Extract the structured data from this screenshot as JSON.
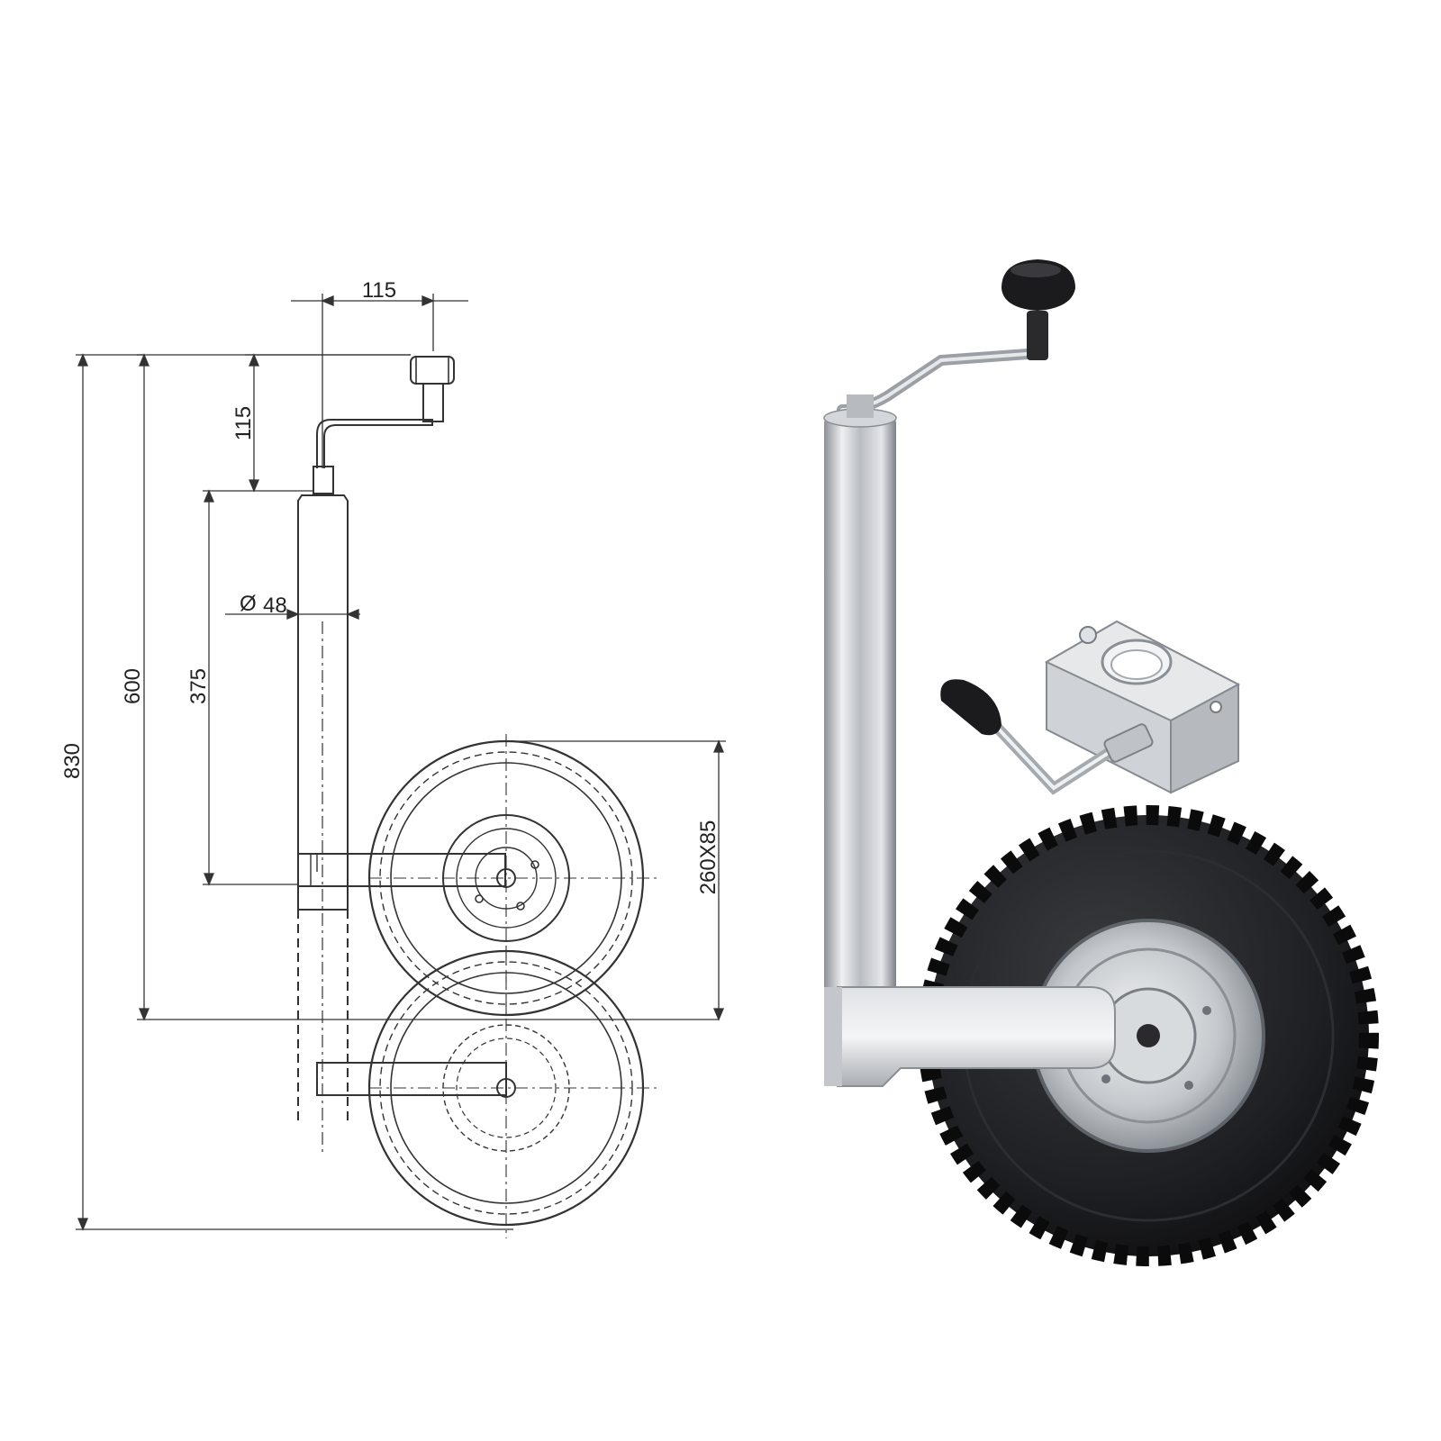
{
  "drawing": {
    "dimensions": {
      "handle_offset": "115",
      "handle_height": "115",
      "tube_diameter_symbol": "Ø",
      "tube_diameter_value": "48",
      "clamp_height": "375",
      "min_height": "600",
      "max_height": "830",
      "wheel_size": "260X85"
    }
  },
  "colors": {
    "line": "#333333",
    "tyre": "#1c1c1e",
    "steel": "#c9cdd2",
    "knob": "#1a1a1a"
  }
}
